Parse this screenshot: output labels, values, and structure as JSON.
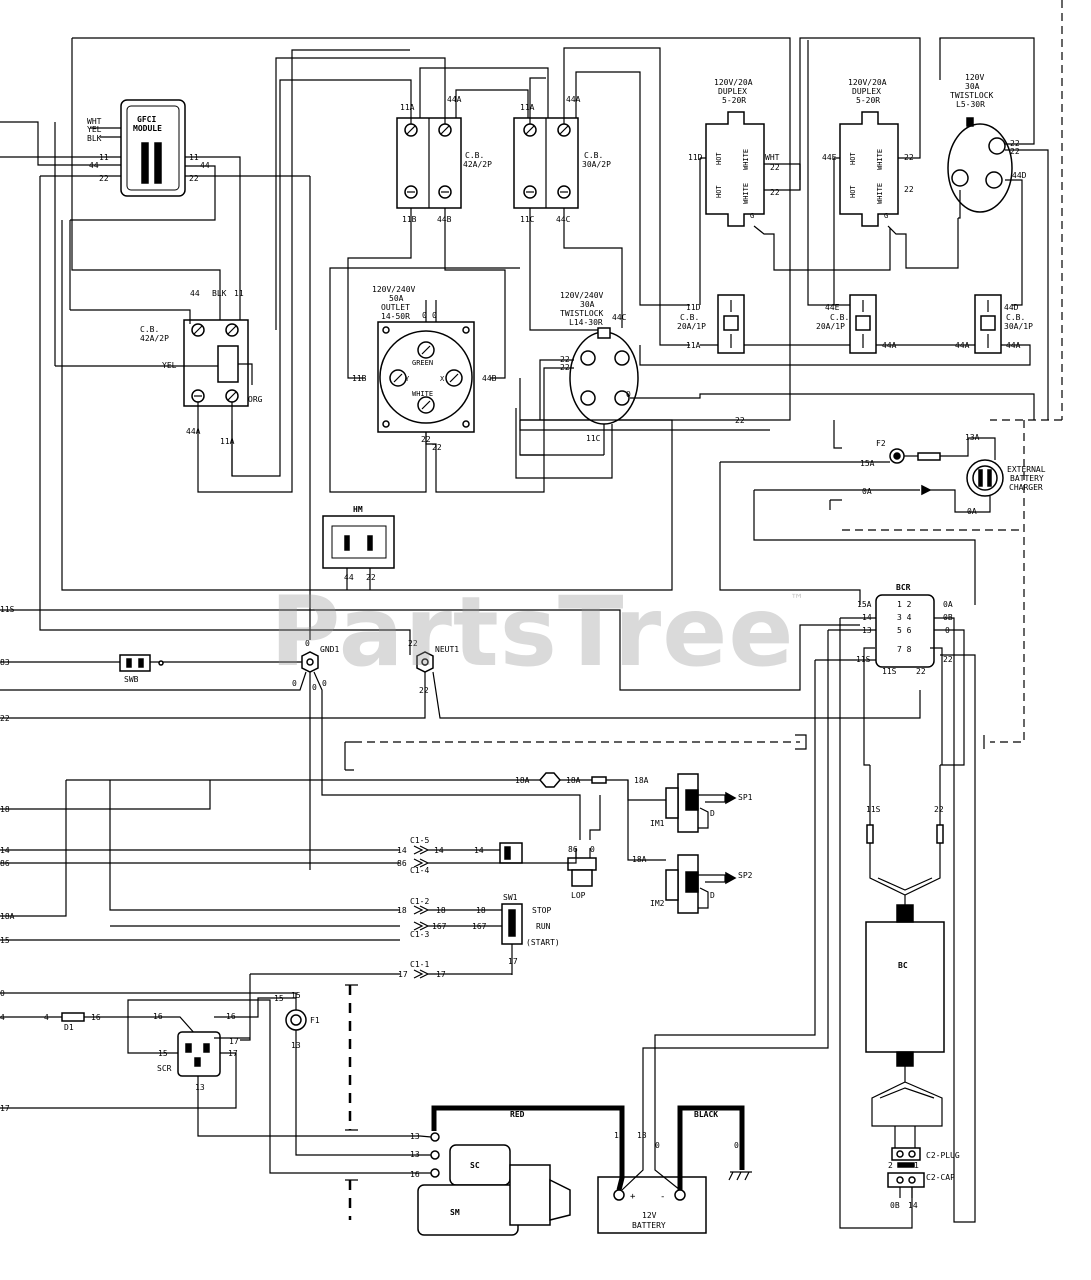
{
  "watermark": {
    "text": "PartsTree",
    "tm": "™"
  },
  "gfci": {
    "label1": "GFCI",
    "label2": "MODULE",
    "wht": "WHT",
    "yel": "YEL",
    "blk": "BLK",
    "w44": "44",
    "w11": "11",
    "w22": "22"
  },
  "cb1": {
    "label1": "C.B.",
    "label2": "42A/2P",
    "t11a": "11A",
    "t44a": "44A",
    "t11b": "11B",
    "t44b": "44B"
  },
  "cb2": {
    "label1": "C.B.",
    "label2": "30A/2P",
    "t11a": "11A",
    "t44a": "44A",
    "t11c": "11C",
    "t44c": "44C"
  },
  "duplex1": {
    "label1": "120V/20A",
    "label2": "DUPLEX",
    "label3": "5-20R",
    "w11d": "11D",
    "wht": "WHT",
    "w22": "22",
    "hot": "HOT",
    "white": "WHITE",
    "g": "G"
  },
  "duplex2": {
    "label1": "120V/20A",
    "label2": "DUPLEX",
    "label3": "5-20R",
    "w44e": "44E",
    "w22": "22",
    "hot": "HOT",
    "white": "WHITE",
    "g": "G"
  },
  "twist30": {
    "label1": "120V",
    "label2": "30A",
    "label3": "TWISTLOCK",
    "label4": "L5-30R",
    "w22": "22",
    "w44d": "44D"
  },
  "cb3": {
    "label1": "C.B.",
    "label2": "42A/2P",
    "w44": "44",
    "blk": "BLK",
    "w11": "11",
    "yel": "YEL",
    "org": "ORG",
    "w44a": "44A",
    "w11a": "11A"
  },
  "outlet50": {
    "label1": "120V/240V",
    "label2": "50A",
    "label3": "OUTLET",
    "label4": "14-50R",
    "green": "GREEN",
    "white": "WHITE",
    "y": "Y",
    "x": "X",
    "w11b": "11B",
    "w44b": "44B",
    "w22": "22",
    "w0": "0"
  },
  "twist14": {
    "label1": "120V/240V",
    "label2": "30A",
    "label3": "TWISTLOCK",
    "label4": "L14-30R",
    "w44c": "44C",
    "w22": "22",
    "w11c": "11C",
    "w0": "0"
  },
  "cbd": {
    "label1": "C.B.",
    "label2": "20A/1P",
    "w11d": "11D",
    "w11a": "11A"
  },
  "cbe": {
    "label1": "C.B.",
    "label2": "20A/1P",
    "w44e": "44E",
    "w44a": "44A"
  },
  "cbf": {
    "label1": "C.B.",
    "label2": "30A/1P",
    "w44d": "44D",
    "w44a": "44A"
  },
  "hm": {
    "label": "HM",
    "w44": "44",
    "w22": "22"
  },
  "gnd": {
    "label": "GND1",
    "neut": "NEUT1",
    "w0": "0",
    "w22": "22"
  },
  "swb": {
    "label": "SWB"
  },
  "charger": {
    "f2": "F2",
    "w15a": "15A",
    "w13a": "13A",
    "w0a": "0A",
    "ext1": "EXTERNAL",
    "ext2": "BATTERY",
    "ext3": "CHARGER"
  },
  "bcr": {
    "label": "BCR",
    "w15a": "15A",
    "w14": "14",
    "w13": "13",
    "w0a": "0A",
    "w0b": "0B",
    "w0": "0",
    "w11s": "11S",
    "w22": "22",
    "p12": "1 2",
    "p34": "3 4",
    "p56": "5 6",
    "p78": "7 8"
  },
  "left": {
    "w44": "44",
    "w11": "11",
    "w22": "22",
    "w11s": "11S",
    "w83": "83",
    "w0": "0",
    "w18": "18",
    "w14": "14",
    "w86": "86",
    "w18a": "18A",
    "w15": "15",
    "w4": "4",
    "w17": "17"
  },
  "ign": {
    "w18a": "18A",
    "im1": "IM1",
    "im2": "IM2",
    "sp1": "SP1",
    "sp2": "SP2",
    "d": "D"
  },
  "conn": {
    "c15": "C1-5",
    "c14": "C1-4",
    "c12": "C1-2",
    "c13": "C1-3",
    "c11": "C1-1",
    "w14": "14",
    "w18": "18",
    "w167": "167",
    "w17": "17",
    "w86": "86",
    "w0": "0"
  },
  "lop": {
    "label": "LOP"
  },
  "sw1": {
    "label": "SW1",
    "stop": "STOP",
    "run": "RUN",
    "start": "(START)"
  },
  "d1": {
    "label": "D1",
    "w4": "4",
    "w16": "16"
  },
  "scr": {
    "label": "SCR",
    "w15": "15",
    "w16": "16",
    "w17": "17",
    "w13": "13"
  },
  "f1": {
    "label": "F1",
    "w15": "15",
    "w13": "13"
  },
  "starter": {
    "sc": "SC",
    "sm": "SM",
    "w13": "13",
    "w16": "16"
  },
  "battery": {
    "red": "RED",
    "black": "BLACK",
    "label1": "12V",
    "label2": "BATTERY",
    "plus": "+",
    "minus": "-",
    "w13": "13",
    "w0": "0"
  },
  "bc": {
    "label": "BC",
    "w11s": "11S",
    "w22": "22",
    "plug": "C2-PLUG",
    "cap": "C2-CAP",
    "p2": "2",
    "p1": "1",
    "w0b": "0B",
    "w14": "14"
  }
}
